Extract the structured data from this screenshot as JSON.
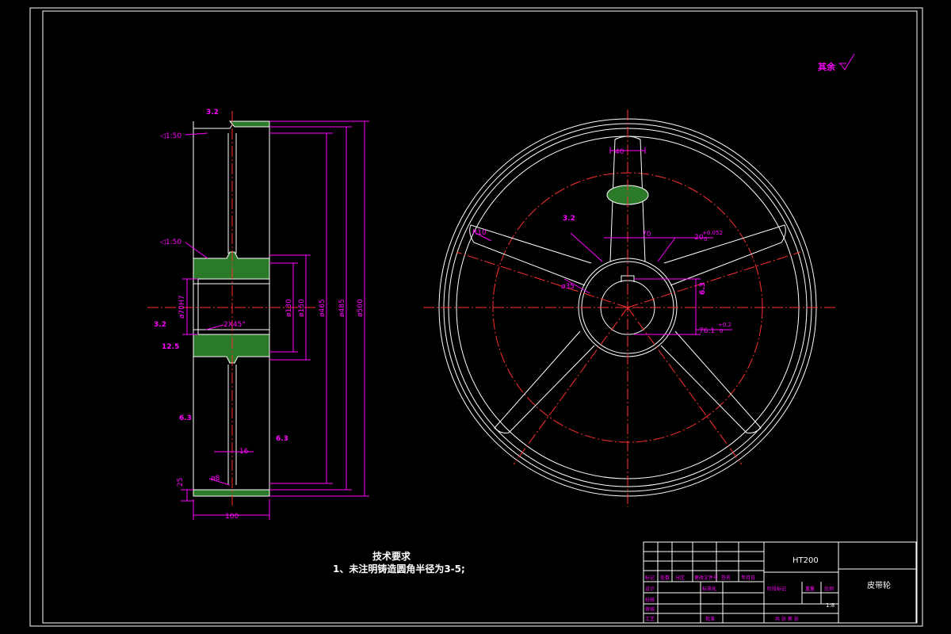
{
  "roughness_note": "其余",
  "tech_req": {
    "title": "技术要求",
    "line1": "1、未注明铸造圆角半径为3-5;"
  },
  "side_view": {
    "taper_top": "◁1:50",
    "taper_mid": "◁1:50",
    "rough_top": "3.2",
    "rough_left": "3.2",
    "rough_chamfer": "12.5",
    "rough_web": "6.3",
    "rough_right": "6.3",
    "bore_label": "ø70H7",
    "chamfer_label": "2X45°",
    "dia_130": "ø130",
    "dia_150": "ø150",
    "dia_465": "ø465",
    "dia_485": "ø485",
    "dia_500": "ø500",
    "web_thk": "16",
    "width": "100",
    "rim_thk": "25",
    "web_dia": "ø8"
  },
  "front_view": {
    "spoke_width": "40",
    "fillet_r": "R10",
    "rough_spoke": "3.2",
    "hub_width": "70",
    "key_width": "20",
    "key_tol": "+0.052",
    "key_tol2": "0",
    "hub_dia": "ø35",
    "key_rough": "6.3",
    "key_depth": "76.1",
    "key_depth_tol": "+0.2",
    "key_depth_tol2": "0"
  },
  "title_block": {
    "material": "HT200",
    "part_name": "皮带轮",
    "scale": "1:8",
    "row_labels": [
      "标记",
      "设计",
      "校核",
      "审核",
      "工艺"
    ],
    "header_cells": [
      "处数",
      "分区",
      "更改文件号",
      "签名",
      "年月日"
    ],
    "std_label": "标准化",
    "approve_label": "批准",
    "stage_label": "阶段标记",
    "weight_label": "重量",
    "ratio_label": "比例",
    "sheet_label": "共 张 第 张"
  }
}
